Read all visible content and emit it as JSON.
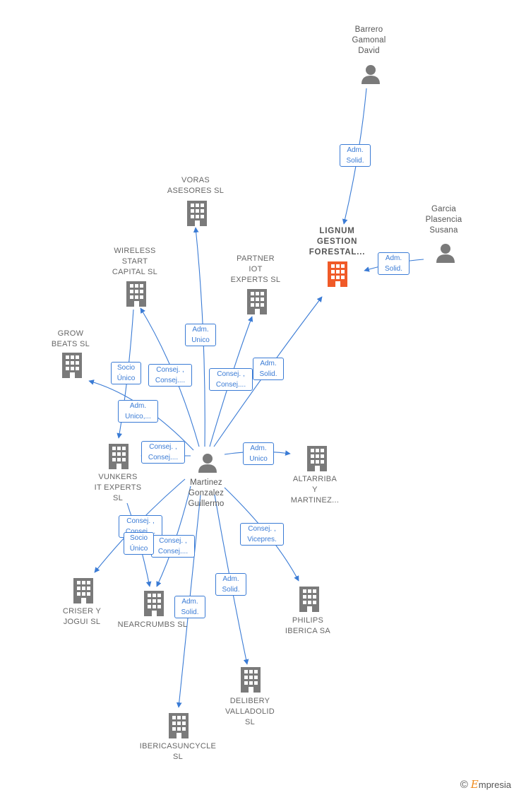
{
  "colors": {
    "edge": "#3a7bd5",
    "building": "#7a7a7a",
    "main_building": "#f05a28",
    "person": "#7a7a7a"
  },
  "nodes": {
    "barrero": {
      "label": "Barrero\nGamonal\nDavid",
      "icon": "person-icon"
    },
    "lignum": {
      "label": "LIGNUM\nGESTION\nFORESTAL...",
      "icon": "building-icon"
    },
    "garcia": {
      "label": "Garcia\nPlasencia\nSusana",
      "icon": "person-icon"
    },
    "voras": {
      "label": "VORAS\nASESORES SL",
      "icon": "building-icon"
    },
    "wireless": {
      "label": "WIRELESS\nSTART\nCAPITAL SL",
      "icon": "building-icon"
    },
    "partner": {
      "label": "PARTNER\nIOT\nEXPERTS SL",
      "icon": "building-icon"
    },
    "grow": {
      "label": "GROW\nBEATS SL",
      "icon": "building-icon"
    },
    "martinez": {
      "label": "Martinez\nGonzalez\nGuillermo",
      "icon": "person-icon"
    },
    "vunkers": {
      "label": "VUNKERS\nIT EXPERTS\nSL",
      "icon": "building-icon"
    },
    "altarriba": {
      "label": "ALTARRIBA\nY\nMARTINEZ...",
      "icon": "building-icon"
    },
    "criser": {
      "label": "CRISER Y\nJOGUI SL",
      "icon": "building-icon"
    },
    "nearcrumbs": {
      "label": "NEARCRUMBS SL",
      "icon": "building-icon"
    },
    "philips": {
      "label": "PHILIPS\nIBERICA SA",
      "icon": "building-icon"
    },
    "delibery": {
      "label": "DELIBERY\nVALLADOLID\nSL",
      "icon": "building-icon"
    },
    "ibericas": {
      "label": "IBERICASUNCYCLE\nSL",
      "icon": "building-icon"
    }
  },
  "relations": {
    "barrero_lignum": "Adm.\nSolid.",
    "garcia_lignum": "Adm.\nSolid.",
    "martinez_voras": "Adm.\nUnico",
    "martinez_wireless": "Consej. ,\nConsej....",
    "wireless_vunkers": "Socio\nÚnico",
    "martinez_grow": "Adm.\nUnico,...",
    "martinez_partner": "Consej. ,\nConsej....",
    "martinez_lignum": "Adm.\nSolid.",
    "martinez_vunkers": "Consej. ,\nConsej....",
    "martinez_altarriba": "Adm.\nUnico",
    "martinez_criser": "Consej. ,\nConsej....",
    "vunkers_nearcrumbs": "Socio\nÚnico",
    "martinez_nearcrumbs": "Consej. ,\nConsej....",
    "martinez_philips": "Consej. ,\nVicepres.",
    "martinez_delibery": "Adm.\nSolid.",
    "martinez_ibericas": "Adm.\nSolid."
  },
  "brand": {
    "copyright": "©",
    "name_initial": "E",
    "name_rest": "mpresia"
  }
}
